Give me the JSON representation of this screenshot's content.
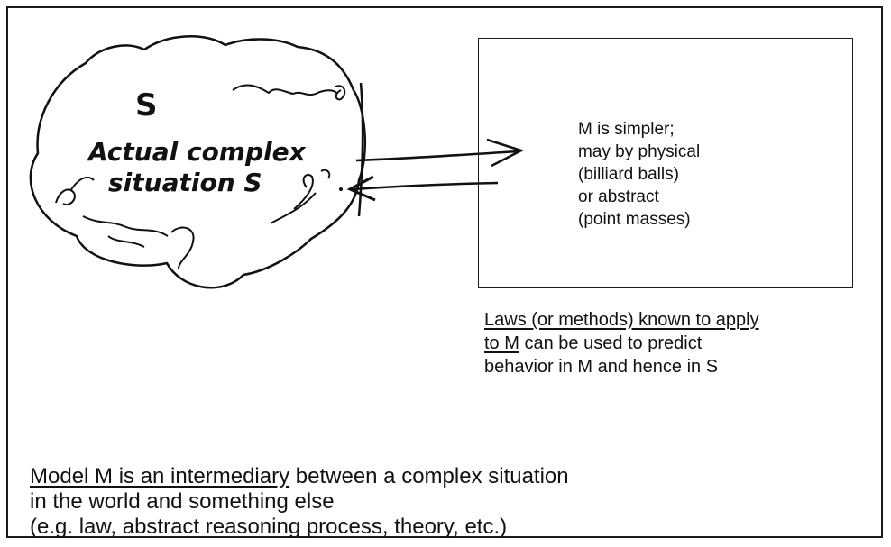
{
  "situation": {
    "symbol": "S",
    "line1": "Actual complex",
    "line2": "situation S"
  },
  "model": {
    "line1": "M is simpler;",
    "line2_underlined": "may",
    "line2_rest": " by physical",
    "line3": "(billiard balls)",
    "line4": "or abstract",
    "line5": "(point masses)"
  },
  "laws": {
    "line1_underlined": "Laws (or methods) known to apply",
    "line2_underlined": "to M",
    "line2_rest": " can be used to predict",
    "line3": "behavior in M and hence in S"
  },
  "summary": {
    "line1_underlined": "Model M is an intermediary",
    "line1_rest": " between a complex situation",
    "line2": "in the world and something else",
    "line3": "(e.g. law, abstract reasoning process, theory, etc.)"
  }
}
